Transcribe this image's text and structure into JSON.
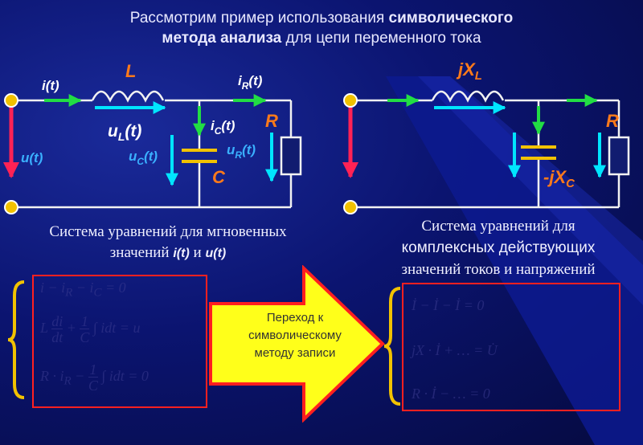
{
  "title": {
    "part1": "Рассмотрим пример использования ",
    "bold1": "символического",
    "bold2": "метода анализа",
    "part2": " для  цепи переменного тока"
  },
  "left_circuit": {
    "source_current": "i(t)",
    "inductor": "L",
    "inductor_voltage": "u",
    "inductor_voltage_sub": "L",
    "inductor_voltage_arg": "(t)",
    "resistor_current": "i",
    "resistor_current_sub": "R",
    "resistor_current_arg": "(t)",
    "capacitor_current": "i",
    "capacitor_current_sub": "C",
    "capacitor_current_arg": "(t)",
    "resistor_voltage": "u",
    "resistor_voltage_sub": "R",
    "resistor_voltage_arg": "(t)",
    "capacitor_voltage": "u",
    "capacitor_voltage_sub": "C",
    "capacitor_voltage_arg": "(t)",
    "capacitor": "C",
    "resistor": "R",
    "source_voltage": "u(t)"
  },
  "right_circuit": {
    "inductor": "jX",
    "inductor_sub": "L",
    "capacitor": "-jX",
    "capacitor_sub": "C",
    "resistor": "R"
  },
  "captions": {
    "left_line1": "Система уравнений для мгновенных",
    "left_line2": "значений  ",
    "left_i": "i(t)",
    "left_and": " и ",
    "left_u": "u(t)",
    "right_line1": "Система уравнений для",
    "right_line2": "комплексных действующих",
    "right_line3": "значений токов и напряжений"
  },
  "transition": {
    "line1": "Переход к",
    "line2": "символическому",
    "line3": "методу записи"
  },
  "left_equations": {
    "eq1": "i − i",
    "eq1_sub1": "R",
    "eq1_mid": " − i",
    "eq1_sub2": "C",
    "eq1_end": " = 0",
    "eq2_left": "L",
    "eq2_num": "di",
    "eq2_den": "dt",
    "eq2_plus": "+",
    "eq2_frac_num": "1",
    "eq2_frac_den": "C",
    "eq2_int": "∫ idt = u",
    "eq3_left": "R · i",
    "eq3_sub": "R",
    "eq3_minus": "−",
    "eq3_frac_num": "1",
    "eq3_frac_den": "C",
    "eq3_int": "∫ idt = 0"
  },
  "right_equations": {
    "eq1": "İ − İ − İ = 0",
    "eq2": "jX  · İ + … = U̇",
    "eq3": "R · İ − … = 0"
  },
  "colors": {
    "wire": "#f2f2f2",
    "label_blue": "#3ab0ff",
    "label_orange": "#ff7a1a",
    "label_white": "#ffffff",
    "arrow_green": "#22dd44",
    "arrow_red": "#ff2255",
    "element_cyan": "#00e5ff",
    "terminal": "#f2c200",
    "transition_fill": "#ffff1a",
    "transition_border": "#ff1f1f"
  }
}
